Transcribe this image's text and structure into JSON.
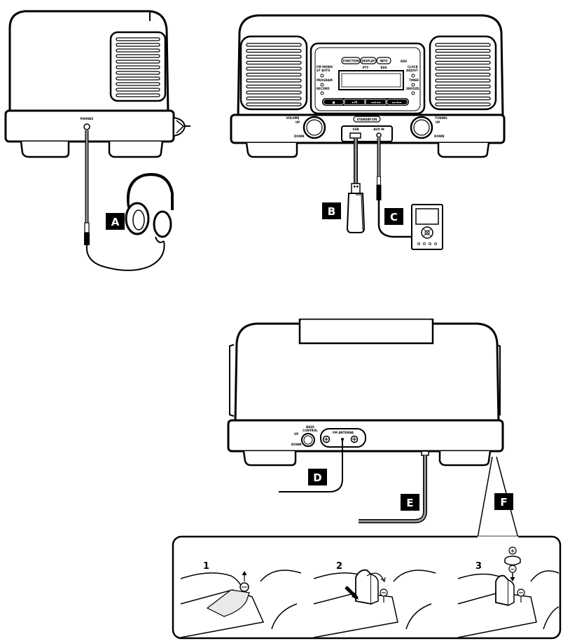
{
  "colors": {
    "ink": "#000000",
    "paper": "#ffffff",
    "cable": "#9a9a9a",
    "panel": "#e9e9e9"
  },
  "side_view": {
    "phones_label": "PHONES"
  },
  "front_view": {
    "button_function": "FUNCTION",
    "button_display": "DISPLAY",
    "button_info": "INFO",
    "rds_logo": "RDS",
    "label_pty": "PTY",
    "label_rds": "RDS",
    "label_fm_mono": "FM MONO/",
    "label_st_auto": "ST AUTO",
    "label_program": "PROGRAM",
    "label_record": "RECORD",
    "label_clock_adjust_1": "CLOCK",
    "label_clock_adjust_2": "ADJUST",
    "label_timer": "TIMER",
    "label_snooze": "SNOOZE",
    "label_volume": "VOLUME",
    "label_tuning": "TUNING",
    "label_up": "UP",
    "label_down": "DOWN",
    "label_standby": "STANDBY/ON",
    "label_usb": "USB",
    "label_aux_in": "AUX IN",
    "transport_glyphs": [
      "■",
      "►/II",
      "◄◄/◄◄",
      "►►/►►"
    ]
  },
  "rear_view": {
    "label_bass_1": "BASS",
    "label_bass_2": "CONTROL",
    "label_fm_antenna": "FM ANTENNA",
    "label_up": "UP",
    "label_down": "DOWN"
  },
  "badges": {
    "a": "A",
    "b": "B",
    "c": "C",
    "d": "D",
    "e": "E",
    "f": "F"
  },
  "steps": [
    "1",
    "2",
    "3"
  ],
  "battery_polarity": {
    "plus": "+",
    "minus": "−"
  }
}
